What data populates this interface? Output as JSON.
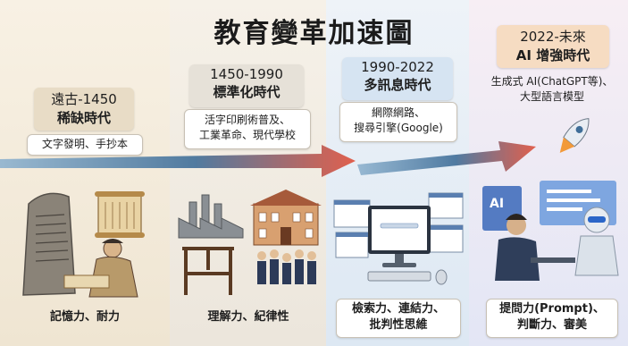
{
  "title": "教育變革加速圖",
  "eras": [
    {
      "years": "遠古-1450",
      "name": "稀缺時代",
      "desc": [
        "文字發明、手抄本"
      ],
      "skill": [
        "記憶力、耐力"
      ],
      "head_color": "#e8dcc6"
    },
    {
      "years": "1450-1990",
      "name": "標準化時代",
      "desc": [
        "活字印刷術普及、",
        "工業革命、現代學校"
      ],
      "skill": [
        "理解力、紀律性"
      ],
      "head_color": "#e6e1d8"
    },
    {
      "years": "1990-2022",
      "name": "多訊息時代",
      "desc": [
        "網際網路、",
        "搜尋引擎(Google)"
      ],
      "skill": [
        "檢索力、連結力、",
        "批判性思維"
      ],
      "head_color": "#d6e4f2"
    },
    {
      "years": "2022-未來",
      "name": "AI 增強時代",
      "desc": [
        "生成式 AI(ChatGPT等)、",
        "大型語言模型"
      ],
      "skill": [
        "提問力(Prompt)、",
        "判斷力、審美"
      ],
      "head_color": "#f6dcc2"
    }
  ],
  "arrow_colors": {
    "start": "#8fb3cf",
    "mid": "#3f6e98",
    "end": "#e0503a"
  },
  "illustrations": {
    "ancient": "stone-tablet-scroll-scribe",
    "industrial": "printing-press-factory-school-students",
    "internet": "computer-browser-windows",
    "ai": "robot-person-screens-rocket"
  },
  "icons": {
    "ai_label": "AI",
    "rocket": "rocket-icon"
  }
}
